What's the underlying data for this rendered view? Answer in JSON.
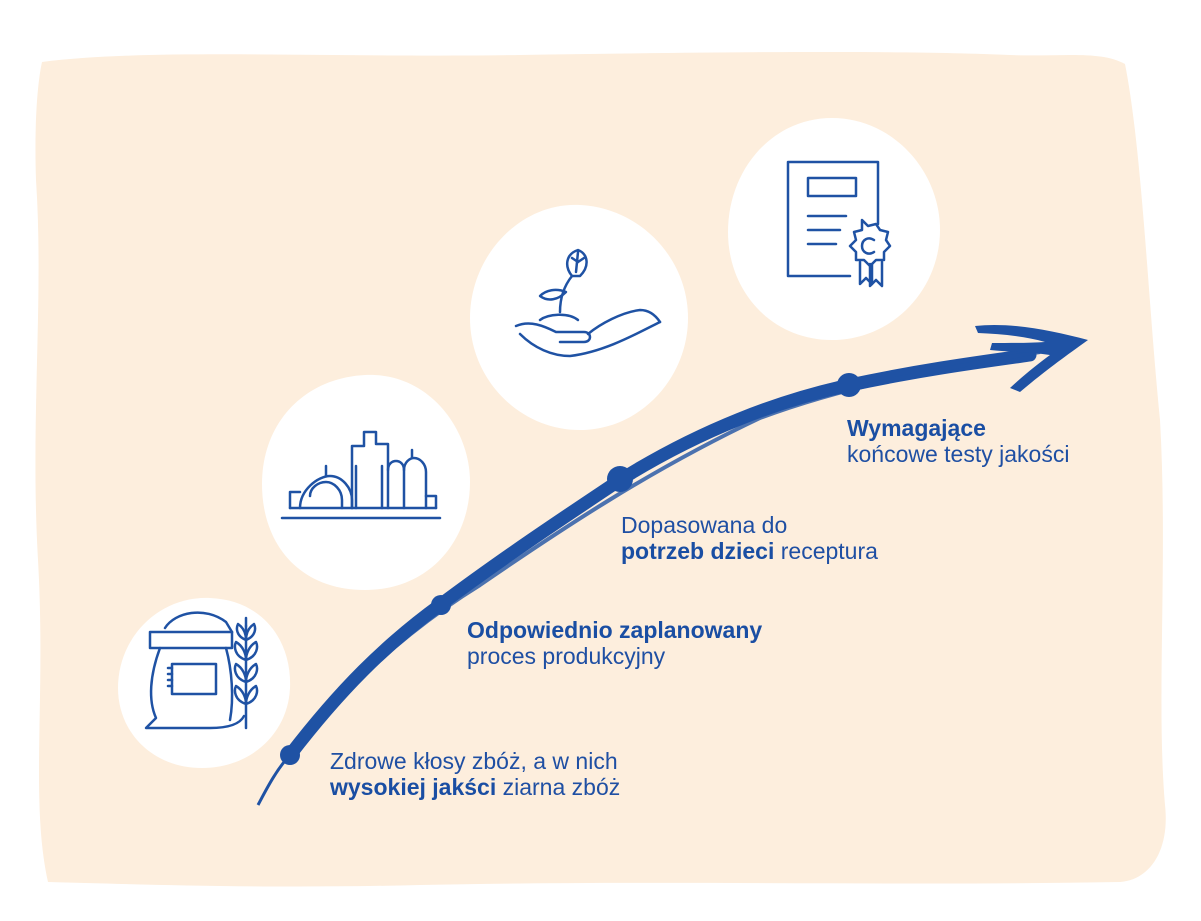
{
  "colors": {
    "background_paper": "#fdeedd",
    "circle": "#ffffff",
    "accent_blue": "#1f52a4",
    "text_blue": "#1f4fa3"
  },
  "icons": [
    "grain-sack-wheat-icon",
    "factory-icon",
    "sprout-in-hand-icon",
    "certificate-icon"
  ],
  "steps": [
    {
      "bold_first": false,
      "line1": "Zdrowe kłosy zbóż, a w nich",
      "line2_bold": "wysokiej jakści",
      "line2_rest": " ziarna zbóż"
    },
    {
      "bold_first": true,
      "line1_bold": "Odpowiednio zaplanowany",
      "line2": "proces produkcyjny"
    },
    {
      "bold_first": false,
      "line1": "Dopasowana do",
      "line2_bold": "potrzeb dzieci",
      "line2_rest": " receptura"
    },
    {
      "bold_first": true,
      "line1_bold": "Wymagające",
      "line2": "końcowe testy jakości"
    }
  ]
}
